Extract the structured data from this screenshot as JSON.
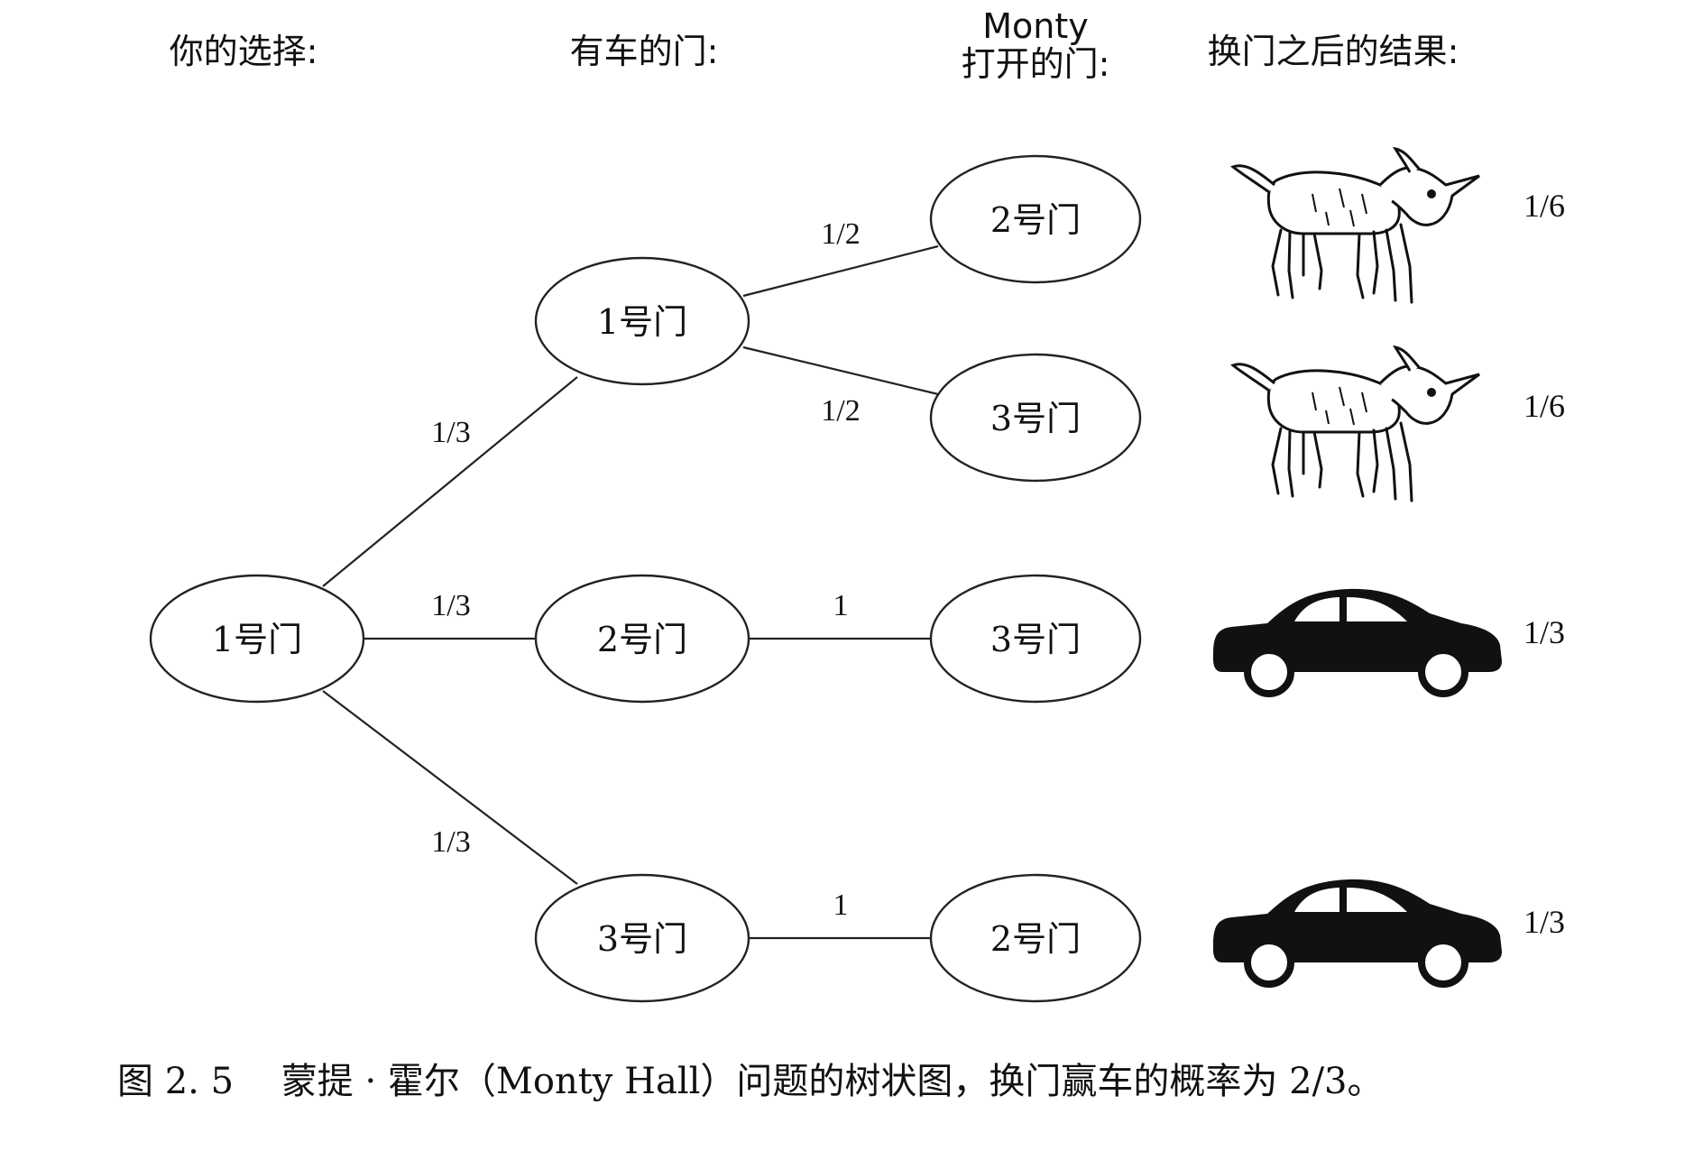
{
  "headers": {
    "your_choice": "你的选择:",
    "car_door": "有车的门:",
    "monty_line1": "Monty",
    "monty_line2": "打开的门:",
    "outcome": "换门之后的结果:"
  },
  "nodes": {
    "root": "1号门",
    "car1": "1号门",
    "car2": "2号门",
    "car3": "3号门",
    "open_a": "2号门",
    "open_b": "3号门",
    "open_c": "3号门",
    "open_d": "2号门"
  },
  "edges": {
    "root_car1": "1/3",
    "root_car2": "1/3",
    "root_car3": "1/3",
    "car1_open_a": "1/2",
    "car1_open_b": "1/2",
    "car2_open_c": "1",
    "car3_open_d": "1"
  },
  "outcomes": [
    {
      "icon": "goat-icon",
      "prob": "1/6"
    },
    {
      "icon": "goat-icon",
      "prob": "1/6"
    },
    {
      "icon": "car-icon",
      "prob": "1/3"
    },
    {
      "icon": "car-icon",
      "prob": "1/3"
    }
  ],
  "caption": "图 2. 5　 蒙提 · 霍尔（Monty Hall）问题的树状图，换门赢车的概率为 2/3。"
}
